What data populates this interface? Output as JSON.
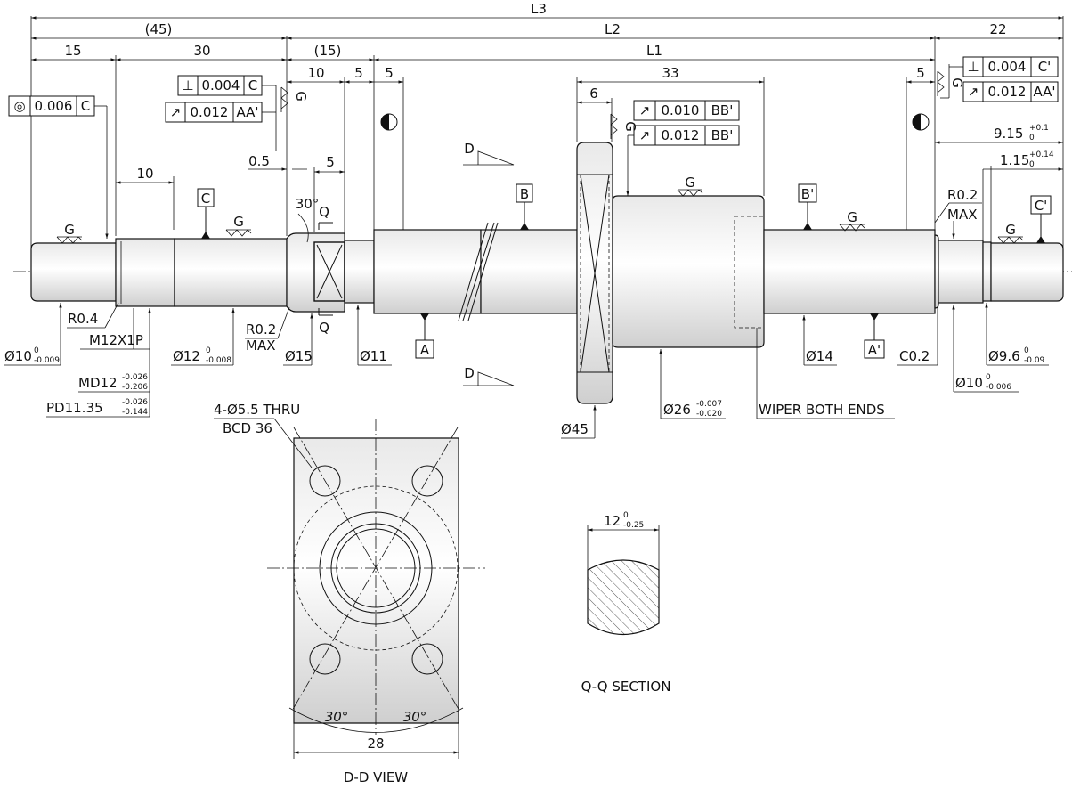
{
  "dims_top": {
    "L3": "L3",
    "L2": "L2",
    "L1": "L1",
    "d45": "(45)",
    "d15p": "(15)",
    "d22": "22",
    "d15": "15",
    "d30": "30",
    "d10a": "10",
    "d5a": "5",
    "d5b": "5",
    "d33": "33",
    "d5c": "5",
    "d6": "6",
    "d10b": "10",
    "d05": "0.5",
    "d5d": "5"
  },
  "tolerance_frames": {
    "conc_c": [
      "◎",
      "0.006",
      "C"
    ],
    "perp_c": [
      "⊥",
      "0.004",
      "C"
    ],
    "run_aa": [
      "↗",
      "0.012",
      "AA'"
    ],
    "run_bb1": [
      "↗",
      "0.010",
      "BB'"
    ],
    "run_bb2": [
      "↗",
      "0.012",
      "BB'"
    ],
    "perp_c2": [
      "⊥",
      "0.004",
      "C'"
    ],
    "run_aa2": [
      "↗",
      "0.012",
      "AA'"
    ]
  },
  "datums": {
    "A": "A",
    "A2": "A'",
    "B": "B",
    "B2": "B'",
    "C": "C",
    "C2": "C'"
  },
  "surface": "G",
  "labels": {
    "r04": "R0.4",
    "m12": "M12X1P",
    "md12": "MD12",
    "md12_up": "-0.026",
    "md12_lo": "-0.206",
    "pd": "PD11.35",
    "pd_up": "-0.026",
    "pd_lo": "-0.144",
    "d10": "Ø10",
    "d10_up": "0",
    "d10_lo": "-0.009",
    "d12": "Ø12",
    "d12_up": "0",
    "d12_lo": "-0.008",
    "r02": "R0.2",
    "max": "MAX",
    "d15s": "Ø15",
    "d11": "Ø11",
    "d14": "Ø14",
    "c02": "C0.2",
    "d45": "Ø45",
    "d26": "Ø26",
    "d26_up": "-0.007",
    "d26_lo": "-0.020",
    "wiper": "WIPER BOTH ENDS",
    "r02b": "R0.2",
    "maxb": "MAX",
    "d915": "9.15",
    "d915_up": "+0.1",
    "d915_lo": "0",
    "d115": "1.15",
    "d115_up": "+0.14",
    "d115_lo": "0",
    "d96": "Ø9.6",
    "d96_up": "0",
    "d96_lo": "-0.09",
    "d10b": "Ø10",
    "d10b_up": "0",
    "d10b_lo": "-0.006",
    "angle30": "30°",
    "q": "Q",
    "d": "D"
  },
  "ddview": {
    "holes": "4-Ø5.5 THRU",
    "bcd": "BCD 36",
    "a1": "30°",
    "a2": "30°",
    "w28": "28",
    "title": "D-D VIEW"
  },
  "qq": {
    "w": "12",
    "w_up": "0",
    "w_lo": "-0.25",
    "title": "Q-Q SECTION"
  }
}
